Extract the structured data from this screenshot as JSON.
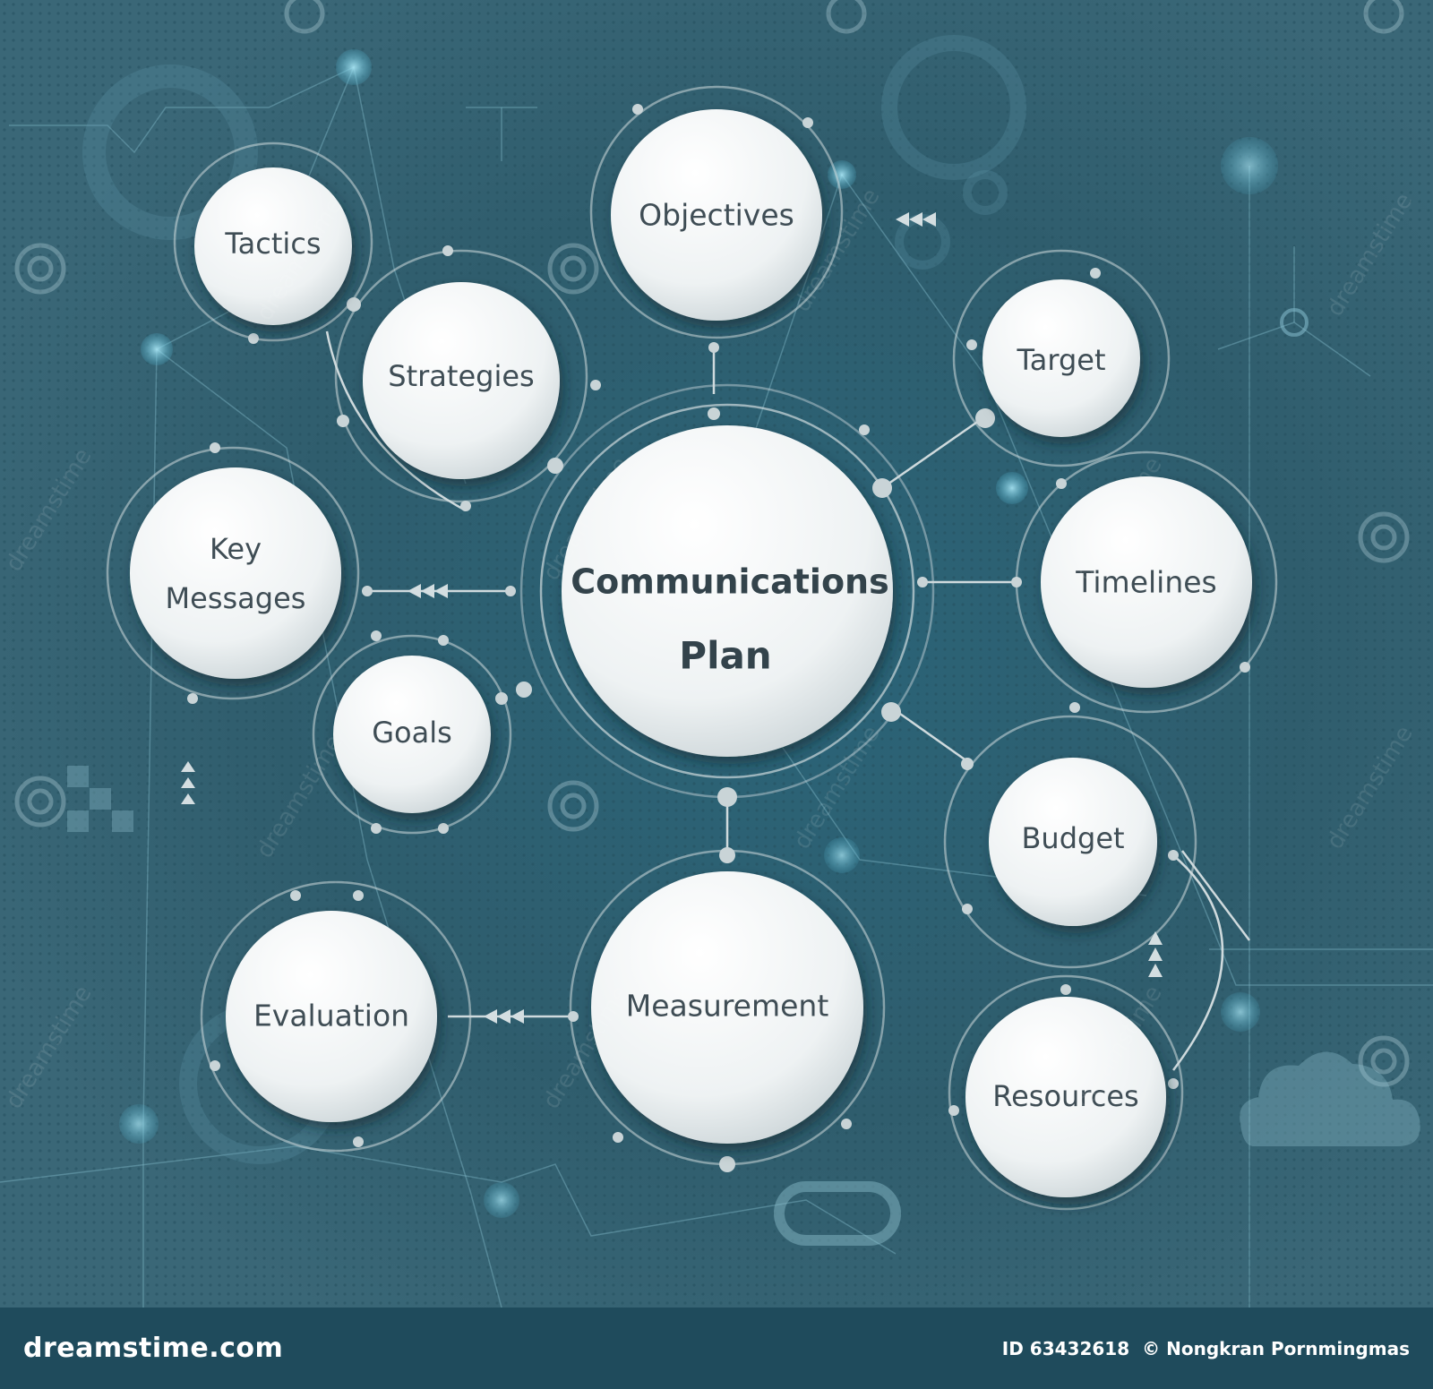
{
  "diagram": {
    "center": {
      "line1": "Communications",
      "line2": "Plan"
    },
    "nodes": [
      {
        "id": "tactics",
        "lines": [
          "Tactics"
        ]
      },
      {
        "id": "strategies",
        "lines": [
          "Strategies"
        ]
      },
      {
        "id": "objectives",
        "lines": [
          "Objectives"
        ]
      },
      {
        "id": "target",
        "lines": [
          "Target"
        ]
      },
      {
        "id": "timelines",
        "lines": [
          "Timelines"
        ]
      },
      {
        "id": "key-messages",
        "lines": [
          "Key",
          "Messages"
        ]
      },
      {
        "id": "goals",
        "lines": [
          "Goals"
        ]
      },
      {
        "id": "budget",
        "lines": [
          "Budget"
        ]
      },
      {
        "id": "measurement",
        "lines": [
          "Measurement"
        ]
      },
      {
        "id": "evaluation",
        "lines": [
          "Evaluation"
        ]
      },
      {
        "id": "resources",
        "lines": [
          "Resources"
        ]
      }
    ]
  },
  "footer": {
    "brand": "dreamstime.com",
    "id_text": "ID 63432618",
    "credit": "© Nongkran Pornmingmas"
  },
  "colors": {
    "background": "#2f5e6e",
    "footer_bar": "#1f4b5c",
    "bubble_fill": "#eef2f3",
    "connector": "#cfdadd",
    "label_text": "#3f4d55"
  }
}
